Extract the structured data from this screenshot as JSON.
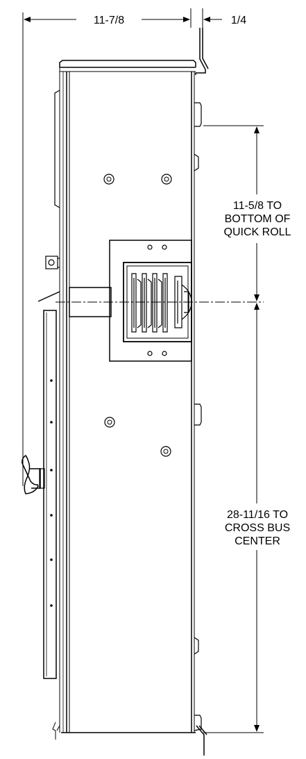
{
  "dimensions": {
    "overall_depth": "11-7/8",
    "flange_offset": "1/4",
    "quick_roll": [
      "11-5/8 TO",
      "BOTTOM OF",
      "QUICK ROLL"
    ],
    "cross_bus": [
      "28-11/16 TO",
      "CROSS BUS",
      "CENTER"
    ]
  },
  "colors": {
    "line": "#000000",
    "background": "#ffffff"
  }
}
